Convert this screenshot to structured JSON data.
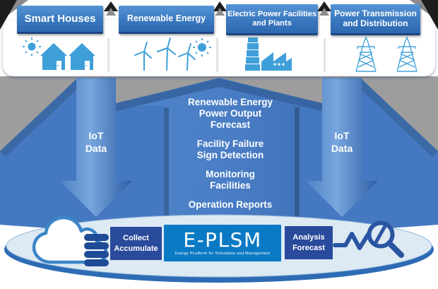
{
  "header": {
    "categories": [
      {
        "line1": "Smart Houses",
        "line2": "",
        "icon": "houses-with-sun"
      },
      {
        "line1": "Renewable Energy",
        "line2": "",
        "icon": "wind-turbines-with-sun"
      },
      {
        "line1": "Electric Power Facilities",
        "line2": "and Plants",
        "icon": "factory"
      },
      {
        "line1": "Power Transmission",
        "line2": "and Distribution",
        "icon": "transmission-towers"
      }
    ]
  },
  "flows": {
    "iot": {
      "line1": "IoT",
      "line2": "Data"
    }
  },
  "center_arrow": {
    "services": [
      {
        "lines": [
          "Renewable Energy",
          "Power Output",
          "Forecast"
        ]
      },
      {
        "lines": [
          "Facility Failure",
          "Sign Detection"
        ]
      },
      {
        "lines": [
          "Monitoring",
          "Facilities"
        ]
      },
      {
        "lines": [
          "Operation Reports"
        ]
      }
    ]
  },
  "platform": {
    "collect": {
      "line1": "Collect",
      "line2": "Accumulate"
    },
    "brand": {
      "name": "E-PLSM",
      "tagline": "Energy PLatform for Simulation and Management"
    },
    "analysis": {
      "line1": "Analysis",
      "line2": "Forecast"
    },
    "input_icon": "cloud-database",
    "output_icon": "trend-line-magnifier"
  },
  "colors": {
    "category_blue_top": "#5594d4",
    "category_blue_bottom": "#2d68b0",
    "gray_band": "#9d9d9d",
    "arrow_blue": "#4478c0",
    "navy_box": "#2a4a9b",
    "eplsm_blue": "#0b7ac5",
    "icon_blue": "#3f9fd9",
    "dark_icon_navy": "#234f9b",
    "ellipse_light": "#dde9f3",
    "ellipse_rim": "#2d6bb4"
  }
}
